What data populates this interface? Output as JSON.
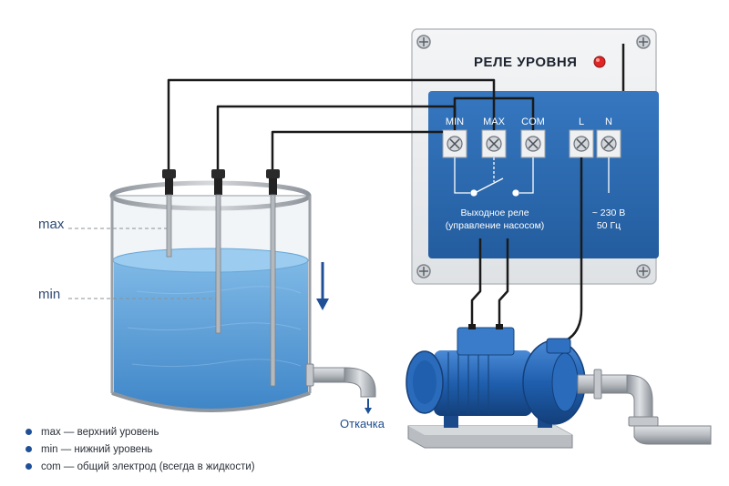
{
  "relay": {
    "title": "РЕЛЕ УРОВНЯ",
    "terminals": [
      "MIN",
      "MAX",
      "COM",
      "L",
      "N"
    ],
    "output_label_1": "Выходное реле",
    "output_label_2": "(управление насосом)",
    "supply_1": "~ 230 В",
    "supply_2": "50 Гц"
  },
  "tank": {
    "max_label": "max",
    "min_label": "min",
    "drain_label": "Откачка"
  },
  "legend": [
    "max — верхний уровень",
    "min — нижний уровень",
    "com — общий электрод (всегда в жидкости)"
  ],
  "colors": {
    "panel_blue": "#2d6db4",
    "water": "#5aa0d8",
    "pump_blue": "#1f5fae",
    "wire": "#1a1a1a",
    "pipe": "#a9aeb4",
    "indicator": "#e02525"
  }
}
